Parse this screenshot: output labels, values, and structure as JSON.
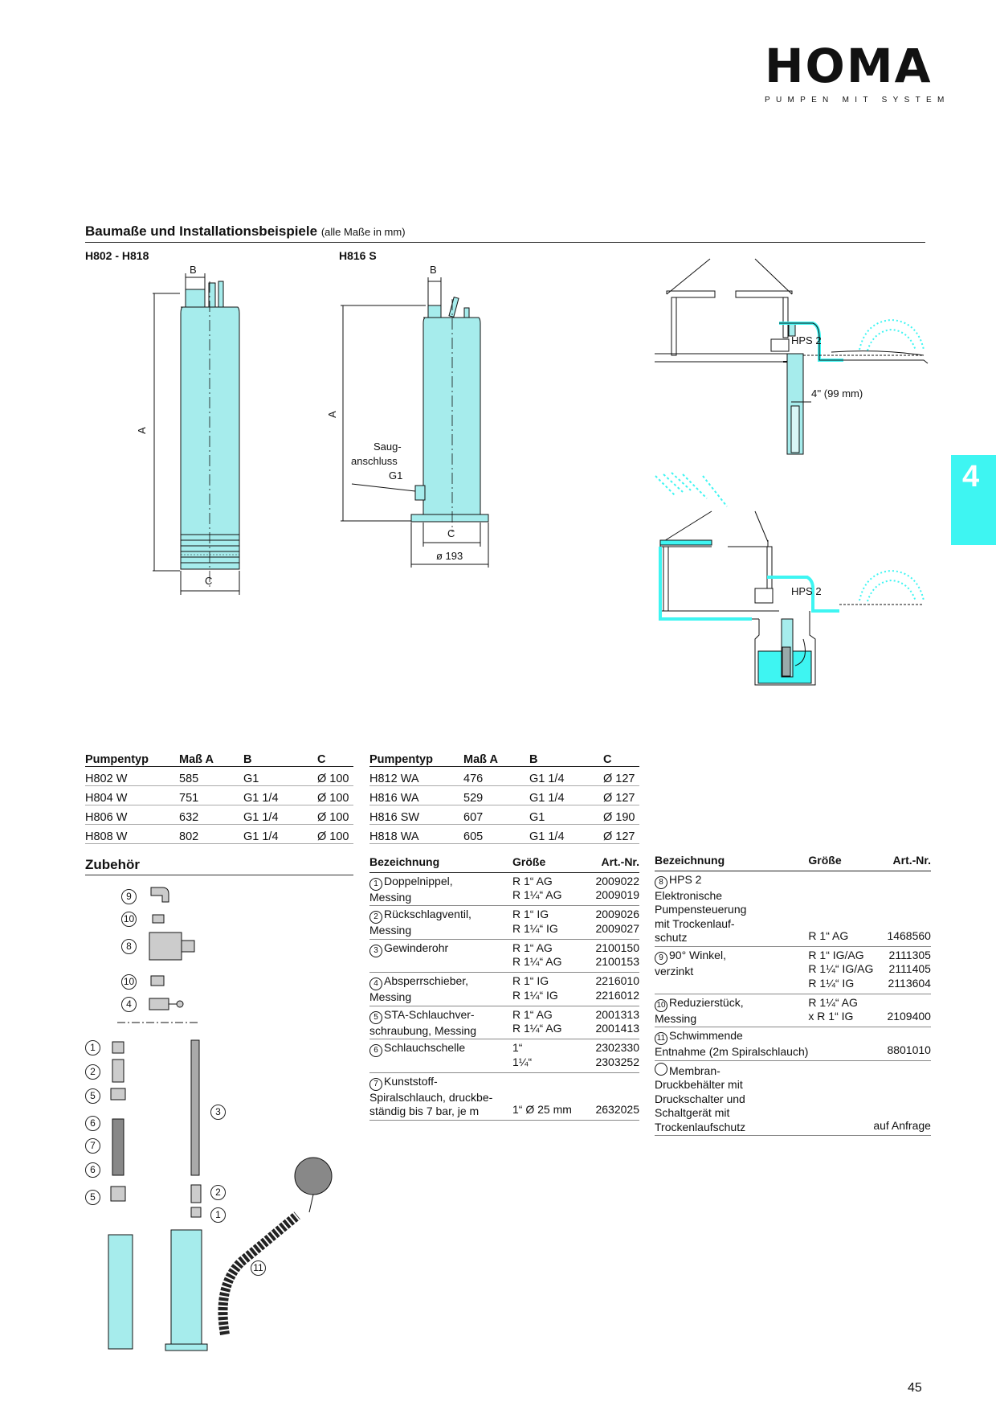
{
  "brand": {
    "logo": "HOMA",
    "tagline": "PUMPEN MIT SYSTEM"
  },
  "section": {
    "title": "Baumaße und Installationsbeispiele",
    "note": "(alle Maße in mm)"
  },
  "drawing1": {
    "title": "H802 - H818",
    "B": "B",
    "A": "A",
    "C": "C"
  },
  "drawing2": {
    "title": "H816 S",
    "B": "B",
    "A": "A",
    "C": "C",
    "diameter": "ø 193",
    "saug1": "Saug-",
    "saug2": "anschluss",
    "saug3": "G1"
  },
  "install": {
    "hps1": "HPS 2",
    "hps2": "HPS 2",
    "bore": "4'' (99 mm)"
  },
  "chapter_tab": "4",
  "dims": {
    "headers": [
      "Pumpentyp",
      "Maß A",
      "B",
      "C"
    ],
    "left": [
      [
        "H802 W",
        "585",
        "G1",
        "Ø 100"
      ],
      [
        "H804 W",
        "751",
        "G1 1/4",
        "Ø 100"
      ],
      [
        "H806 W",
        "632",
        "G1 1/4",
        "Ø 100"
      ],
      [
        "H808 W",
        "802",
        "G1 1/4",
        "Ø 100"
      ]
    ],
    "right": [
      [
        "H812 WA",
        "476",
        "G1 1/4",
        "Ø 127"
      ],
      [
        "H816 WA",
        "529",
        "G1 1/4",
        "Ø 127"
      ],
      [
        "H816 SW",
        "607",
        "G1",
        "Ø 190"
      ],
      [
        "H818 WA",
        "605",
        "G1 1/4",
        "Ø 127"
      ]
    ]
  },
  "zubehoer": {
    "title": "Zubehör",
    "labels": [
      "9",
      "10",
      "8",
      "10",
      "4",
      "1",
      "2",
      "5",
      "6",
      "7",
      "6",
      "5",
      "3",
      "2",
      "1",
      "11"
    ]
  },
  "acc_headers": [
    "Bezeichnung",
    "Größe",
    "Art.-Nr."
  ],
  "acc_left": [
    {
      "num": "1",
      "desc": [
        "Doppelnippel,",
        "Messing"
      ],
      "size": [
        "R 1“ AG",
        "R 1¼“ AG"
      ],
      "art": [
        "2009022",
        "2009019"
      ]
    },
    {
      "num": "2",
      "desc": [
        "Rückschlagventil,",
        "Messing"
      ],
      "size": [
        "R 1“ IG",
        "R 1¼“ IG"
      ],
      "art": [
        "2009026",
        "2009027"
      ]
    },
    {
      "num": "3",
      "desc": [
        "Gewinderohr"
      ],
      "size": [
        "R 1“ AG",
        "R 1¼“ AG"
      ],
      "art": [
        "2100150",
        "2100153"
      ]
    },
    {
      "num": "4",
      "desc": [
        "Absperrschieber,",
        "Messing"
      ],
      "size": [
        "R 1“ IG",
        "R 1¼“ IG"
      ],
      "art": [
        "2216010",
        "2216012"
      ]
    },
    {
      "num": "5",
      "desc": [
        "STA-Schlauchver-",
        "schraubung, Messing"
      ],
      "size": [
        "R 1“ AG",
        "R 1¼“ AG"
      ],
      "art": [
        "2001313",
        "2001413"
      ]
    },
    {
      "num": "6",
      "desc": [
        "Schlauchschelle"
      ],
      "size": [
        "1“",
        "1¼“"
      ],
      "art": [
        "2302330",
        "2303252"
      ]
    },
    {
      "num": "7",
      "desc": [
        "Kunststoff-",
        "Spiralschlauch, druckbe-",
        "ständig bis 7 bar, je m"
      ],
      "size": [
        "",
        "",
        "1“ Ø 25 mm"
      ],
      "art": [
        "",
        "",
        "2632025"
      ]
    }
  ],
  "acc_right": [
    {
      "num": "8",
      "desc": [
        "HPS 2",
        "Elektronische",
        "Pumpensteuerung",
        "mit Trockenlauf-",
        "schutz"
      ],
      "size": [
        "",
        "",
        "",
        "",
        "R 1“ AG"
      ],
      "art": [
        "",
        "",
        "",
        "",
        "1468560"
      ]
    },
    {
      "num": "9",
      "desc": [
        "90° Winkel,",
        "verzinkt",
        ""
      ],
      "size": [
        "R 1“ IG/AG",
        "R 1¼“ IG/AG",
        "R 1¼“ IG"
      ],
      "art": [
        "2111305",
        "2111405",
        "2113604"
      ]
    },
    {
      "num": "10",
      "desc": [
        "Reduzierstück,",
        "Messing"
      ],
      "size": [
        "R 1¼“ AG",
        "x R 1“ IG"
      ],
      "art": [
        "",
        "2109400"
      ]
    },
    {
      "num": "11",
      "desc": [
        "Schwimmende",
        "Entnahme (2m Spiralschlauch)"
      ],
      "size": [
        "",
        ""
      ],
      "art": [
        "",
        "8801010"
      ]
    },
    {
      "num": "",
      "desc": [
        "Membran-",
        "Druckbehälter mit",
        "Druckschalter und",
        "Schaltgerät mit",
        "Trockenlaufschutz"
      ],
      "size": [
        "",
        "",
        "",
        "",
        ""
      ],
      "art": [
        "",
        "",
        "",
        "",
        "auf Anfrage"
      ]
    }
  ],
  "page_number": "45",
  "colors": {
    "pump": "#a6ecec",
    "accent": "#3ef5f2",
    "line": "#111111"
  }
}
